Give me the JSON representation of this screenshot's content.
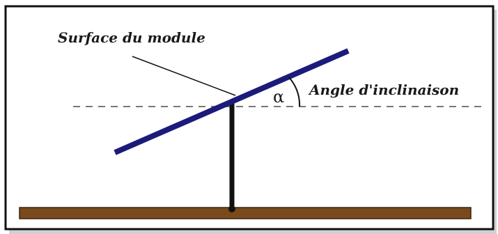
{
  "diagram": {
    "surface_label": "Surface du module",
    "angle_label": "Angle d'inclinaison",
    "angle_symbol": "α",
    "colors": {
      "frame": "#111111",
      "panel": "#1c1a7a",
      "ground": "#7a4a1c",
      "ground_edge": "#3a2410",
      "post": "#111111",
      "dashed_line": "#777777",
      "text": "#1a1a1a"
    }
  }
}
